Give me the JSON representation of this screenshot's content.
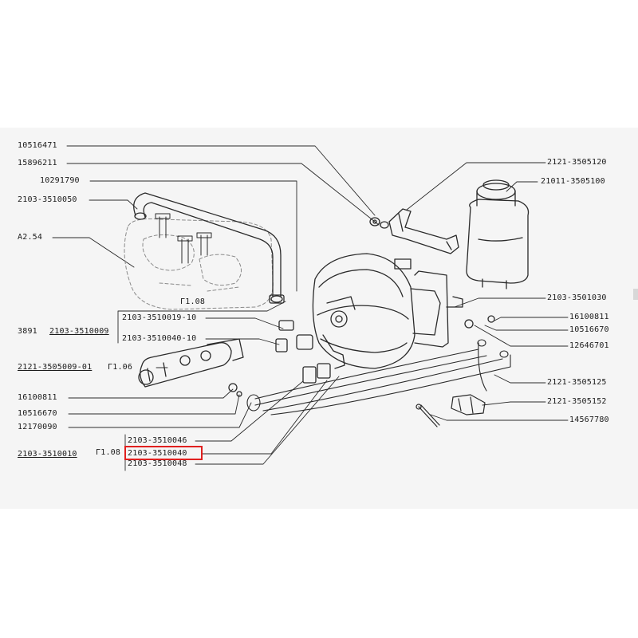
{
  "parts": {
    "p10516471_top": "10516471",
    "p15896211": "15896211",
    "p10291790": "10291790",
    "p2103_3510050": "2103-3510050",
    "pA2_54": "A2.54",
    "g1_08_top": "Г1.08",
    "p3891": "3891",
    "p2103_3510009": "2103-3510009",
    "p2103_3510019_10": "2103-3510019-10",
    "p2103_3510040_10": "2103-3510040-10",
    "p2121_3505009_01": "2121-3505009-01",
    "g1_06": "Г1.06",
    "p16100811_left": "16100811",
    "p10516670_left": "10516670",
    "p12170090": "12170090",
    "p2103_3510010": "2103-3510010",
    "g1_08_bottom": "Г1.08",
    "p2103_3510046": "2103-3510046",
    "p2103_3510040": "2103-3510040",
    "p2103_3510048": "2103-3510048",
    "p2121_3505120": "2121-3505120",
    "p21011_3505100": "21011-3505100",
    "p2103_3501030": "2103-3501030",
    "p16100811_right": "16100811",
    "p10516670_right": "10516670",
    "p12646701": "12646701",
    "p2121_3505125": "2121-3505125",
    "p2121_3505152": "2121-3505152",
    "p14567780": "14567780"
  },
  "highlight_color": "#e0201f"
}
